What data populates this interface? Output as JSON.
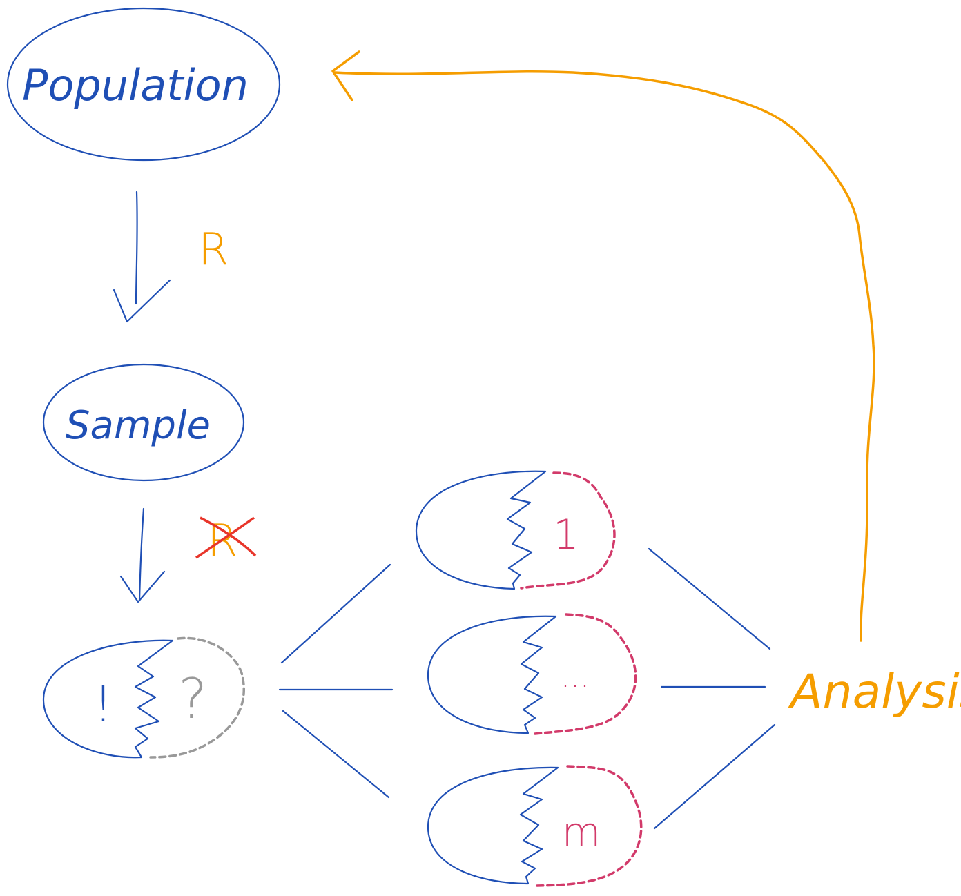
{
  "nodes": {
    "population": "Population",
    "sample": "Sample",
    "incomplete_observed": "!",
    "incomplete_missing": "?",
    "imputations": [
      "1",
      "...",
      "m"
    ],
    "analysis": "Analysis"
  },
  "edge_labels": {
    "population_to_sample": "R",
    "sample_to_incomplete": "R"
  },
  "colors": {
    "blue": "#1f4fb5",
    "orange": "#f59d00",
    "pink": "#d23a6a",
    "red": "#e8352a",
    "gray": "#999999"
  }
}
